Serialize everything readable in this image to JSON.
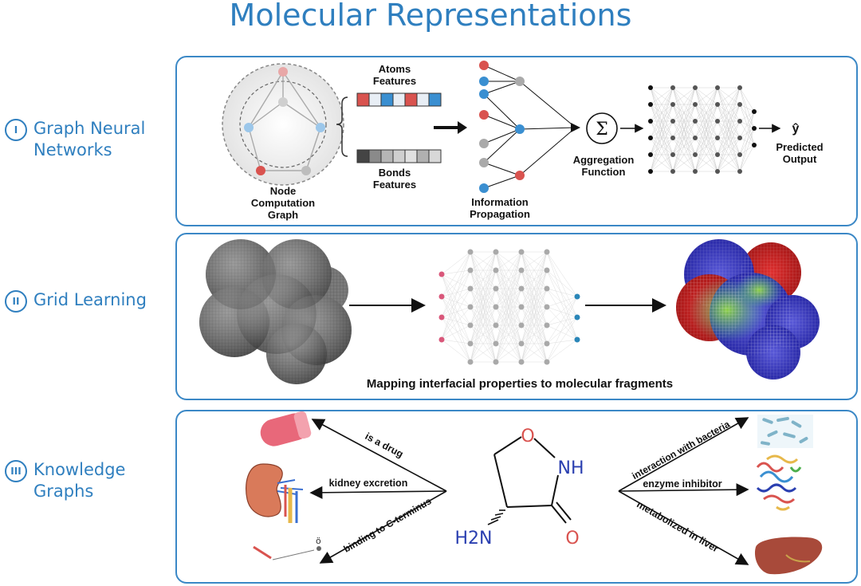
{
  "title": "Molecular Representations",
  "sections": [
    {
      "numeral": "I",
      "label_lines": [
        "Graph Neural",
        "Networks"
      ]
    },
    {
      "numeral": "II",
      "label_lines": [
        "Grid Learning"
      ]
    },
    {
      "numeral": "III",
      "label_lines": [
        "Knowledge",
        "Graphs"
      ]
    }
  ],
  "gnn": {
    "node_graph_label": [
      "Node",
      "Computation",
      "Graph"
    ],
    "atoms_label": [
      "Atoms",
      "Features"
    ],
    "bonds_label": [
      "Bonds",
      "Features"
    ],
    "info_label": [
      "Information",
      "Propagation"
    ],
    "sum_symbol": "Σ",
    "aggregation_label": [
      "Aggregation",
      "Function"
    ],
    "output_symbol": "ŷ",
    "output_label": [
      "Predicted",
      "Output"
    ],
    "atom_colors": [
      "#d9534f",
      "#e8eef5",
      "#3a8fd1",
      "#e8eef5",
      "#d9534f",
      "#e8eef5",
      "#3a8fd1"
    ],
    "bond_colors": [
      "#444444",
      "#8a8a8a",
      "#b5b5b5",
      "#cfcfcf",
      "#e0e0e0",
      "#b0b0b0",
      "#d8d8d8"
    ]
  },
  "grid": {
    "caption": "Mapping interfacial properties to molecular fragments"
  },
  "kg": {
    "edges_left": [
      "is a drug",
      "kidney excretion",
      "binding to C-terminus"
    ],
    "edges_right": [
      "interaction with bacteria",
      "enzyme inhibitor",
      "metabolized in liver"
    ],
    "molecule": {
      "o_ring": "O",
      "nh": "NH",
      "h2n": "H2N",
      "o_carbonyl": "O"
    }
  },
  "colors": {
    "accent": "#2f7fbf",
    "panel_border": "#3b88c6",
    "red": "#d9534f",
    "blue": "#3a8fd1",
    "gray": "#9a9a9a"
  }
}
